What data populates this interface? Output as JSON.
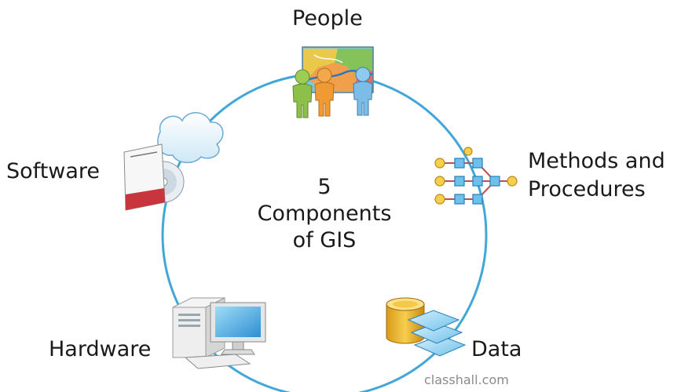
{
  "center": {
    "line1": "5",
    "line2": "Components",
    "line3": "of GIS"
  },
  "components": {
    "people": "People",
    "methods_line1": "Methods and",
    "methods_line2": "Procedures",
    "data": "Data",
    "hardware": "Hardware",
    "software": "Software"
  },
  "watermark": "classhall.com",
  "colors": {
    "ring": "#41a7d9",
    "text": "#1a1a1a",
    "watermark": "#8a8a8a"
  }
}
